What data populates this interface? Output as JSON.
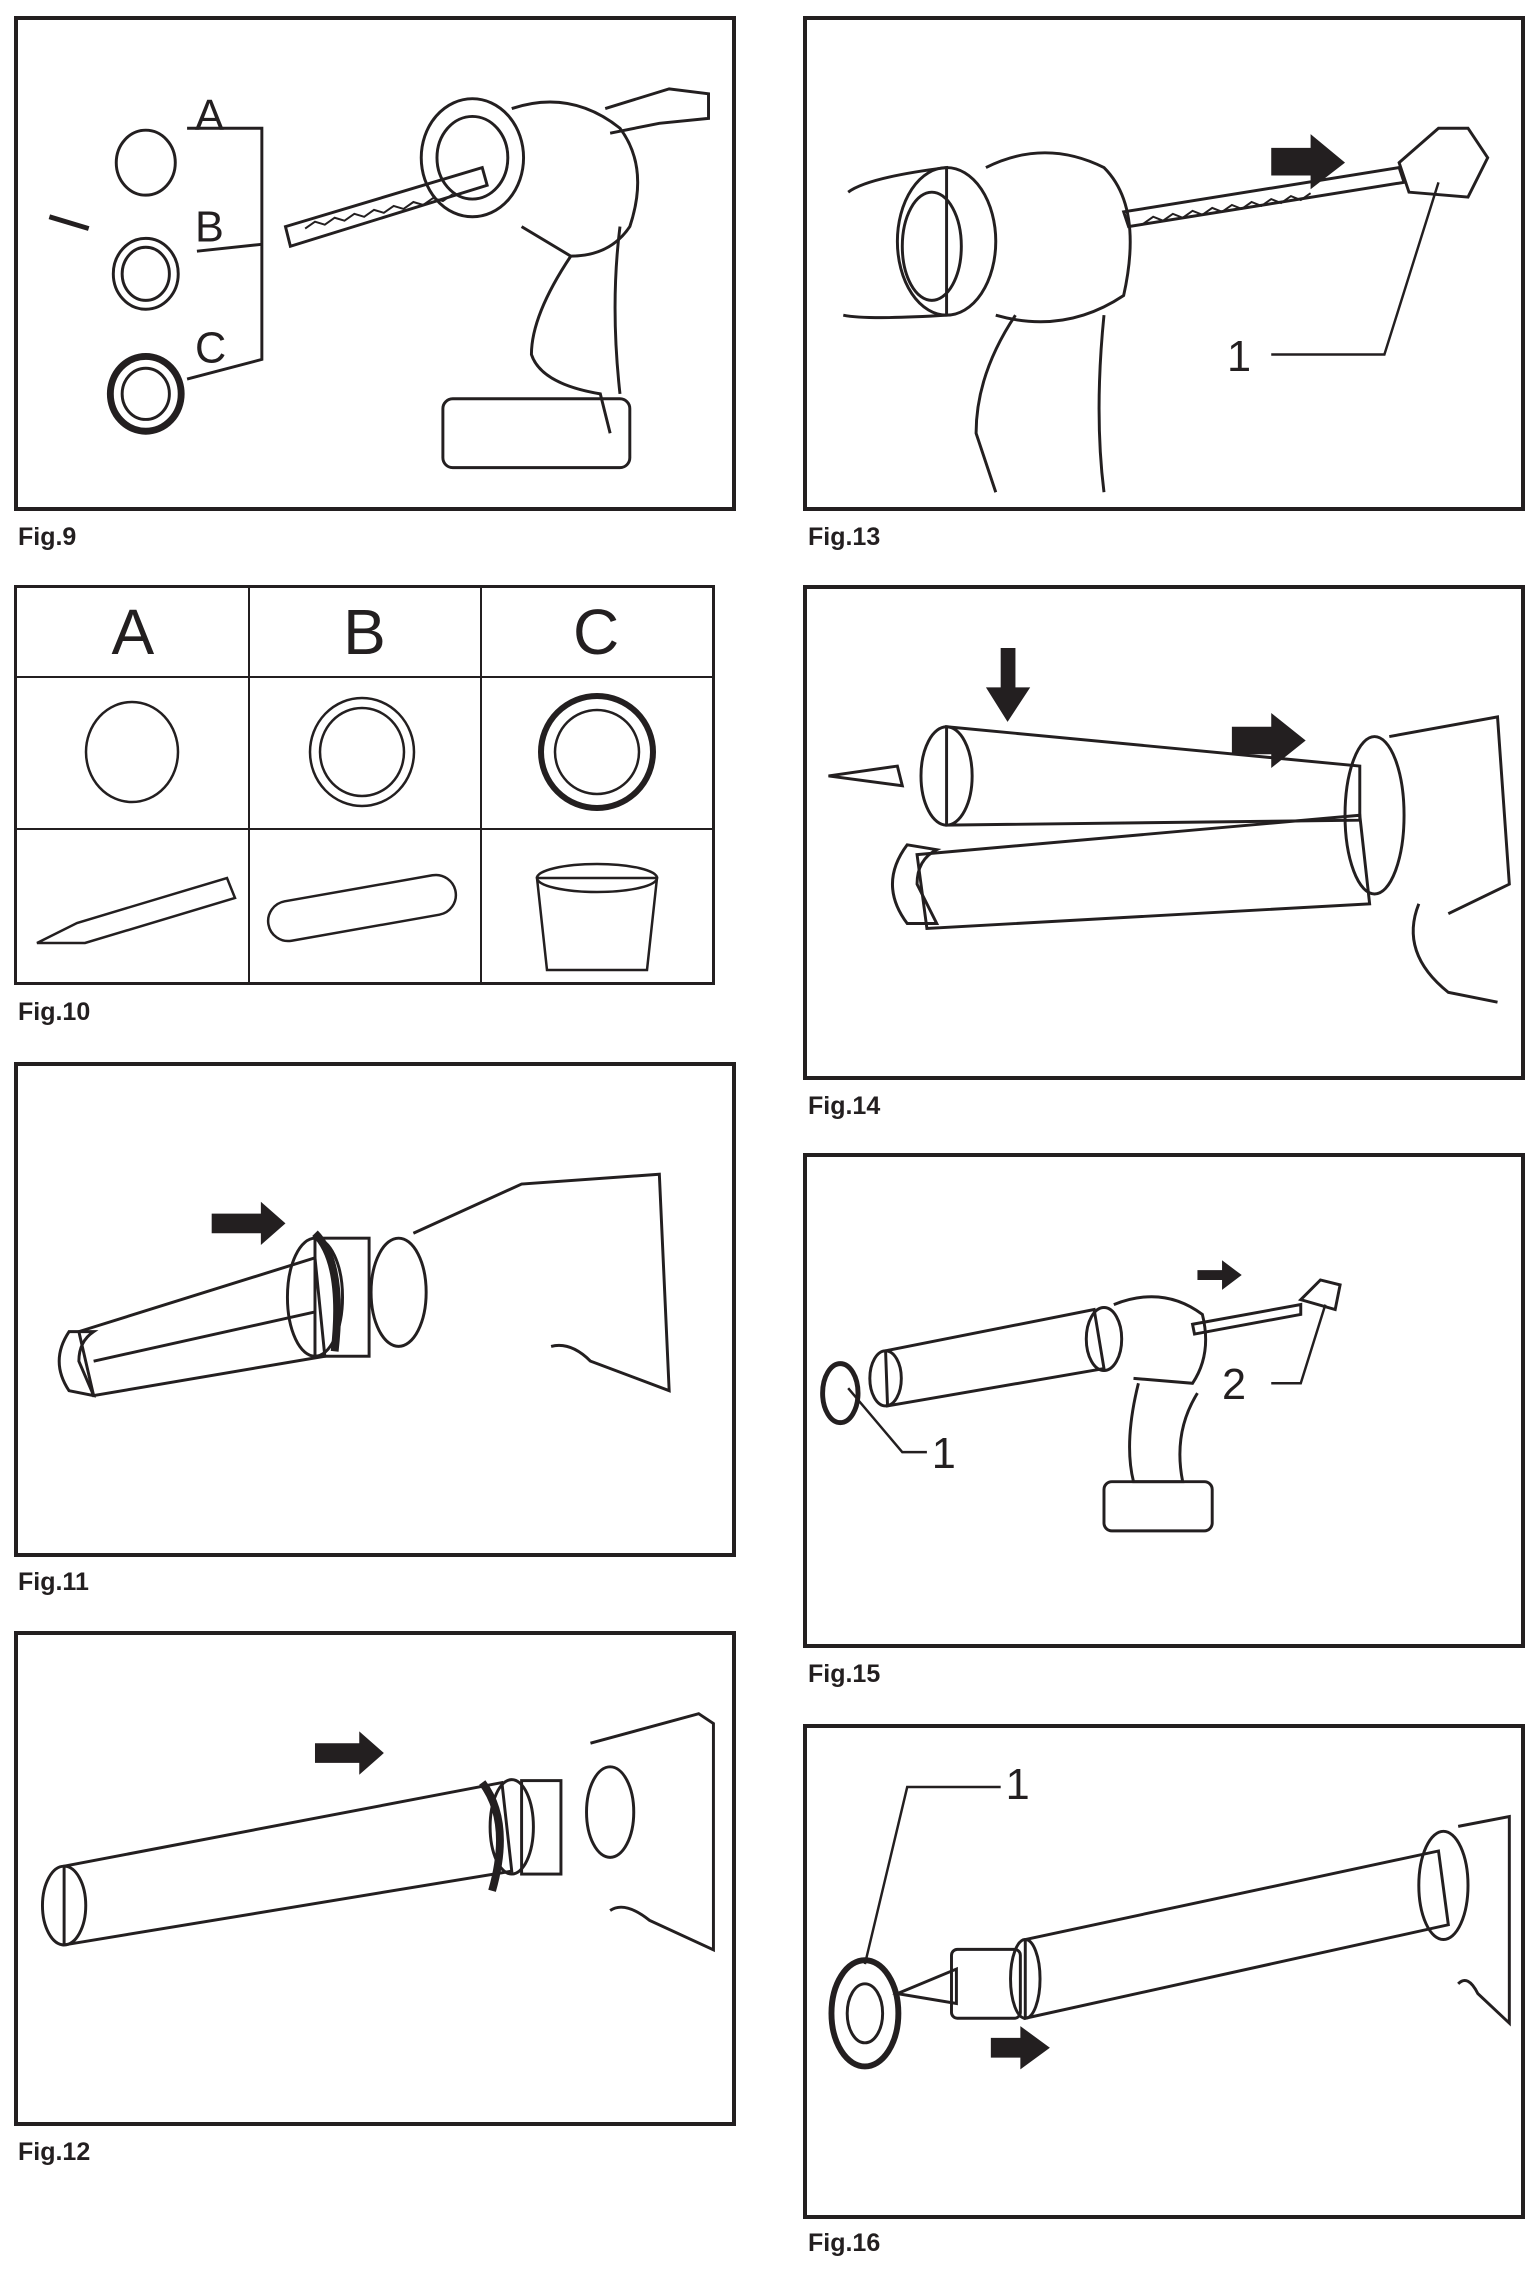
{
  "figures": {
    "fig9": {
      "caption": "Fig.9",
      "labels": [
        "A",
        "B",
        "C"
      ]
    },
    "fig10": {
      "caption": "Fig.10",
      "columns": [
        "A",
        "B",
        "C"
      ]
    },
    "fig11": {
      "caption": "Fig.11"
    },
    "fig12": {
      "caption": "Fig.12"
    },
    "fig13": {
      "caption": "Fig.13",
      "callouts": [
        "1"
      ]
    },
    "fig14": {
      "caption": "Fig.14"
    },
    "fig15": {
      "caption": "Fig.15",
      "callouts": [
        "1",
        "2"
      ]
    },
    "fig16": {
      "caption": "Fig.16",
      "callouts": [
        "1"
      ]
    }
  }
}
